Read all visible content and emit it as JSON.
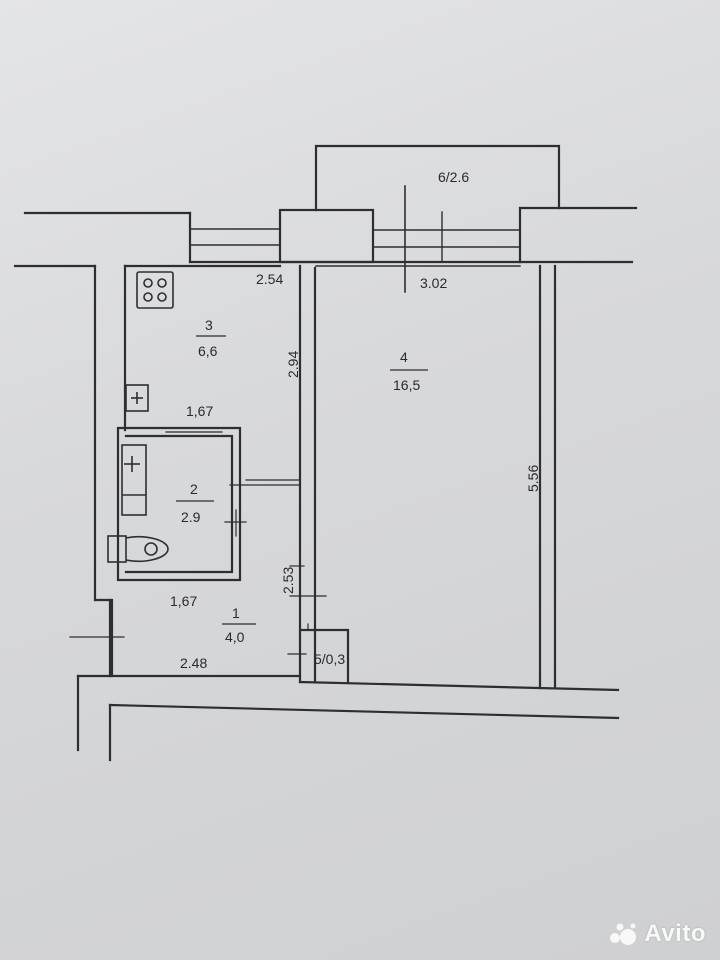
{
  "rooms": [
    {
      "number": "1",
      "area": "4,0"
    },
    {
      "number": "2",
      "area": "2.9"
    },
    {
      "number": "3",
      "area": "6,6"
    },
    {
      "number": "4",
      "area": "16,5"
    }
  ],
  "balcony": {
    "label": "6/2.6"
  },
  "closet": {
    "label": "5/0,3"
  },
  "dimensions": {
    "kitchen_width": "2.54",
    "room_width": "3.02",
    "kitchen_depth": "2.94",
    "room_depth": "5.56",
    "bath_width": "1,67",
    "hall_width": "1,67",
    "hall_depth": "2.53",
    "hall_length": "2.48"
  },
  "colors": {
    "line": "#2e2e2e",
    "paper": "#dcdddf"
  },
  "watermark": {
    "text": "Avito",
    "icon": "avito-logo-icon"
  }
}
